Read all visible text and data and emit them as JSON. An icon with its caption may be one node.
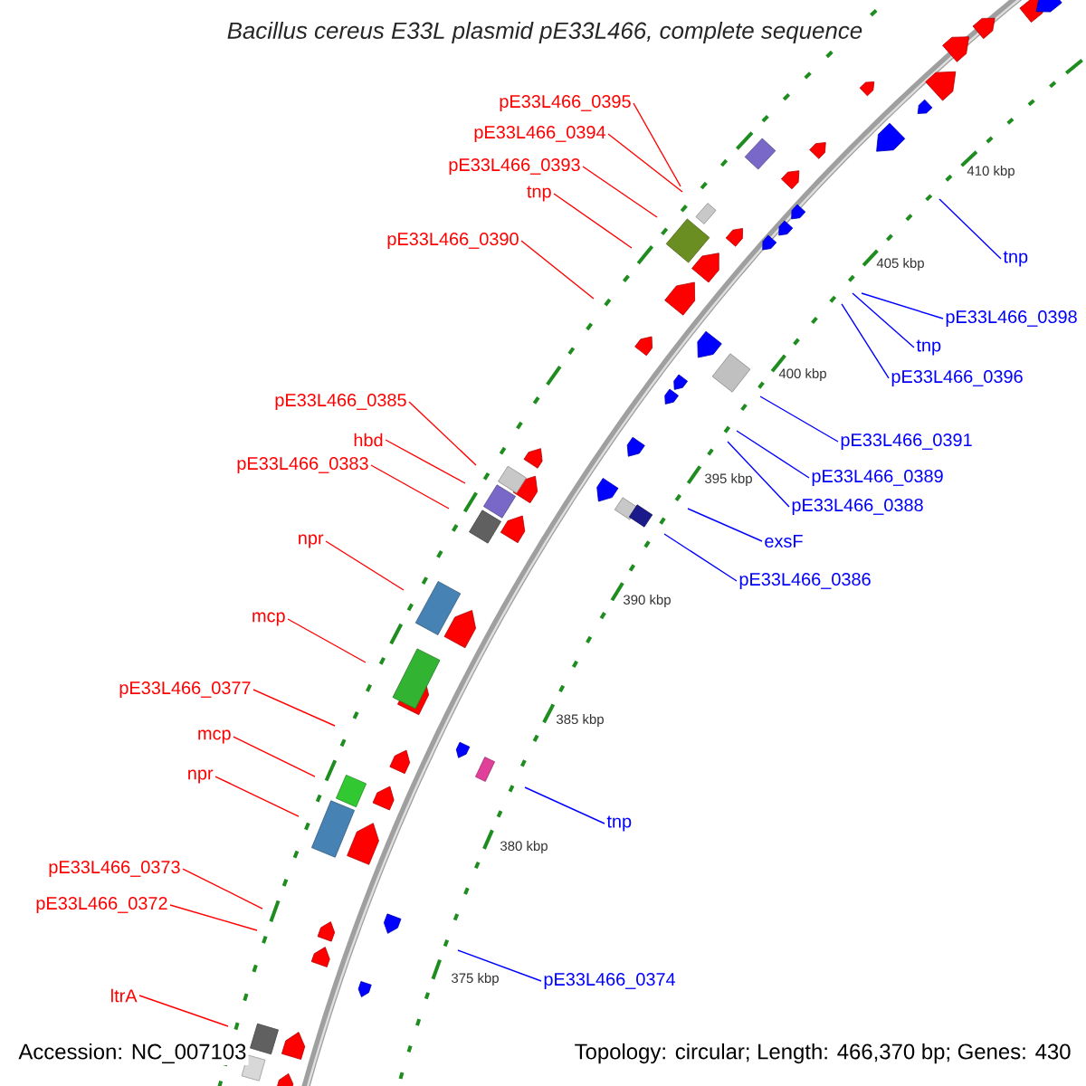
{
  "diagram": {
    "title": "Bacillus cereus E33L plasmid pE33L466, complete sequence",
    "nodes": [
      {
        "text": [
          "pE33L466_0395"
        ]
      },
      {
        "text": [
          "pE33L466_0394"
        ]
      },
      {
        "text": [
          "pE33L466_0393"
        ]
      },
      {
        "text": [
          "tnp"
        ]
      },
      {
        "text": [
          "pE33L466_0390"
        ]
      },
      {
        "text": [
          "pE33L466_0385"
        ]
      },
      {
        "text": [
          "hbd"
        ]
      },
      {
        "text": [
          "pE33L466_0383"
        ]
      },
      {
        "text": [
          "npr"
        ]
      },
      {
        "text": [
          "mcp"
        ]
      },
      {
        "text": [
          "pE33L466_0377"
        ]
      },
      {
        "text": [
          "mcp"
        ]
      },
      {
        "text": [
          "npr"
        ]
      },
      {
        "text": [
          "pE33L466_0373"
        ]
      },
      {
        "text": [
          "pE33L466_0372"
        ]
      },
      {
        "text": [
          "ltrA"
        ]
      },
      {
        "text": [
          "tnp"
        ]
      },
      {
        "text": [
          "pE33L466_0398"
        ]
      },
      {
        "text": [
          "tnp"
        ]
      },
      {
        "text": [
          "pE33L466_0396"
        ]
      },
      {
        "text": [
          "pE33L466_0391"
        ]
      },
      {
        "text": [
          "pE33L466_0389"
        ]
      },
      {
        "text": [
          "pE33L466_0388"
        ]
      },
      {
        "text": [
          "exsF"
        ]
      },
      {
        "text": [
          "pE33L466_0386"
        ]
      },
      {
        "text": [
          "tnp"
        ]
      },
      {
        "text": [
          "pE33L466_0374"
        ]
      }
    ],
    "edges": [
      {
        "from": 0,
        "to": null,
        "arrow": "none"
      },
      {
        "from": 1,
        "to": null,
        "arrow": "none"
      },
      {
        "from": 2,
        "to": null,
        "arrow": "none"
      },
      {
        "from": 3,
        "to": null,
        "arrow": "none"
      },
      {
        "from": 4,
        "to": null,
        "arrow": "none"
      },
      {
        "from": 5,
        "to": null,
        "arrow": "none"
      },
      {
        "from": 6,
        "to": null,
        "arrow": "none"
      },
      {
        "from": 7,
        "to": null,
        "arrow": "none"
      },
      {
        "from": 8,
        "to": null,
        "arrow": "none"
      },
      {
        "from": 9,
        "to": null,
        "arrow": "none"
      },
      {
        "from": 10,
        "to": null,
        "arrow": "none"
      },
      {
        "from": 11,
        "to": null,
        "arrow": "none"
      },
      {
        "from": 12,
        "to": null,
        "arrow": "none"
      },
      {
        "from": 13,
        "to": null,
        "arrow": "none"
      },
      {
        "from": 14,
        "to": null,
        "arrow": "none"
      },
      {
        "from": 15,
        "to": null,
        "arrow": "none"
      },
      {
        "from": 16,
        "to": null,
        "arrow": "none",
        "color": "#0000ff"
      },
      {
        "from": 17,
        "to": null,
        "arrow": "none",
        "color": "#0000ff"
      },
      {
        "from": 18,
        "to": null,
        "arrow": "none",
        "color": "#0000ff"
      },
      {
        "from": 19,
        "to": null,
        "arrow": "none",
        "color": "#0000ff"
      },
      {
        "from": 20,
        "to": null,
        "arrow": "none",
        "color": "#0000ff"
      },
      {
        "from": 21,
        "to": null,
        "arrow": "none",
        "color": "#0000ff"
      },
      {
        "from": 22,
        "to": null,
        "arrow": "none",
        "color": "#0000ff"
      },
      {
        "from": 23,
        "to": null,
        "arrow": "none",
        "color": "#0000ff"
      },
      {
        "from": 24,
        "to": null,
        "arrow": "none",
        "color": "#0000ff"
      },
      {
        "from": 25,
        "to": null,
        "arrow": "none",
        "color": "#0000ff"
      },
      {
        "from": 26,
        "to": null,
        "arrow": "none",
        "color": "#0000ff"
      }
    ],
    "labels": [
      "410 kbp",
      "405 kbp",
      "400 kbp",
      "395 kbp",
      "390 kbp",
      "385 kbp",
      "380 kbp",
      "375 kbp",
      "Accession: NC_007103",
      "Topology: circular; Length: 466,370 bp; Genes: 430"
    ]
  }
}
